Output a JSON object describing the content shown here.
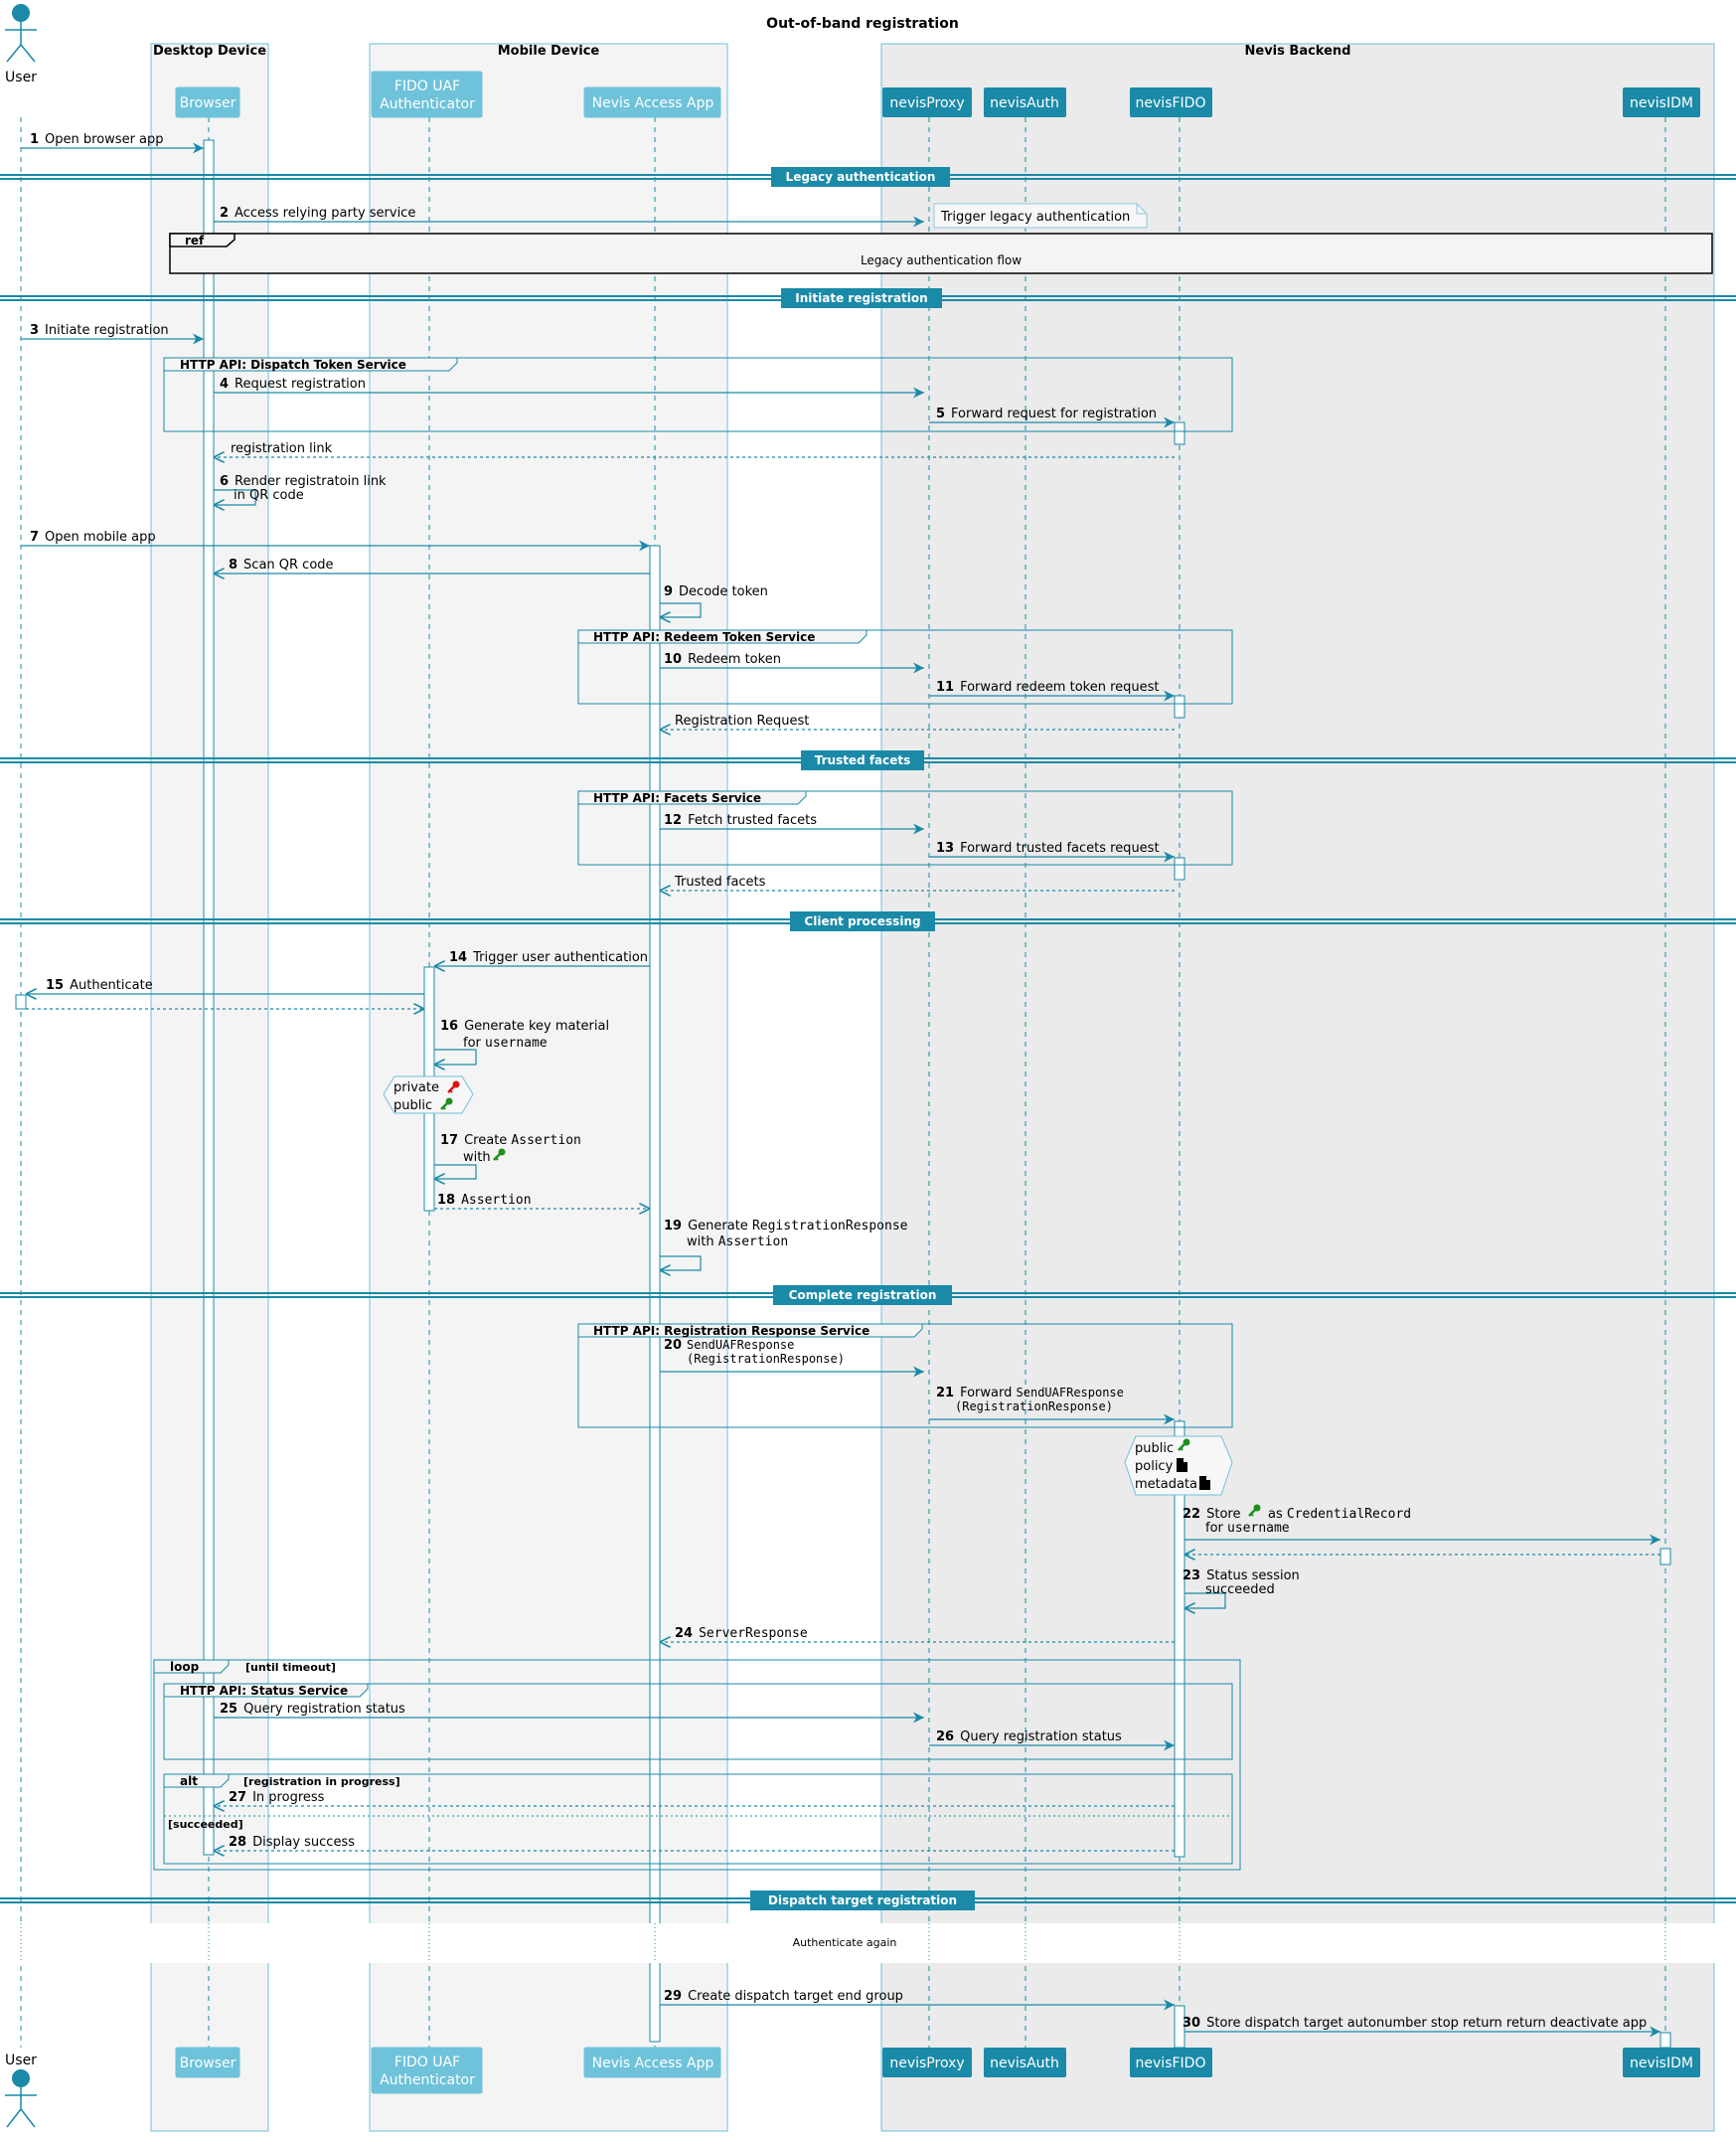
{
  "title": "Out-of-band registration",
  "colors": {
    "accent": "#1a8aa8",
    "participant_light": "#6ec2d9",
    "box_fill": "#f4f4f4",
    "box_fill_dark": "#ebebeb",
    "private_key": "#dd1111",
    "public_key": "#1e8e1e",
    "note_fill": "#f7f7f7"
  },
  "groups_boxes": [
    {
      "id": "desktop",
      "label": "Desktop Device"
    },
    {
      "id": "mobile",
      "label": "Mobile Device"
    },
    {
      "id": "backend",
      "label": "Nevis Backend"
    }
  ],
  "participants": [
    {
      "id": "user",
      "label": "User",
      "kind": "actor"
    },
    {
      "id": "browser",
      "label": "Browser",
      "kind": "light"
    },
    {
      "id": "fido",
      "label": "FIDO UAF\nAuthenticator",
      "kind": "light"
    },
    {
      "id": "app",
      "label": "Nevis Access App",
      "kind": "light"
    },
    {
      "id": "proxy",
      "label": "nevisProxy",
      "kind": "dark"
    },
    {
      "id": "auth",
      "label": "nevisAuth",
      "kind": "dark"
    },
    {
      "id": "nfido",
      "label": "nevisFIDO",
      "kind": "dark"
    },
    {
      "id": "idm",
      "label": "nevisIDM",
      "kind": "dark"
    }
  ],
  "dividers": [
    "Legacy authentication",
    "Initiate registration",
    "Trusted facets",
    "Client processing",
    "Complete registration",
    "Dispatch target registration"
  ],
  "fragments": {
    "ref_label": "ref",
    "ref_text": "Legacy authentication flow",
    "dispatch_group": "HTTP API: Dispatch Token Service",
    "redeem_group": "HTTP API: Redeem Token Service",
    "facets_group": "HTTP API: Facets Service",
    "regresp_group": "HTTP API: Registration Response Service",
    "status_group": "HTTP API: Status Service",
    "loop_label": "loop",
    "loop_condition": "[until timeout]",
    "alt_label": "alt",
    "alt_condition": "[registration in progress]",
    "else_condition": "[succeeded]",
    "delay_text": "Authenticate again"
  },
  "notes": {
    "legacy": "Trigger legacy authentication",
    "keys_private": "private",
    "keys_public": "public",
    "store_public": "public",
    "store_policy": "policy",
    "store_metadata": "metadata"
  },
  "messages": [
    {
      "n": "1",
      "text": "Open browser app"
    },
    {
      "n": "2",
      "text": "Access relying party service"
    },
    {
      "n": "3",
      "text": "Initiate registration"
    },
    {
      "n": "4",
      "text": "Request registration"
    },
    {
      "n": "5",
      "text": "Forward request for registration"
    },
    {
      "n": "",
      "text": "registration link"
    },
    {
      "n": "6",
      "text": "Render registratoin link",
      "text2": "in QR code"
    },
    {
      "n": "7",
      "text": "Open mobile app"
    },
    {
      "n": "8",
      "text": "Scan QR code"
    },
    {
      "n": "9",
      "text": "Decode token"
    },
    {
      "n": "10",
      "text": "Redeem token"
    },
    {
      "n": "11",
      "text": "Forward redeem token request"
    },
    {
      "n": "",
      "text": "Registration Request"
    },
    {
      "n": "12",
      "text": "Fetch trusted facets"
    },
    {
      "n": "13",
      "text": "Forward trusted facets request"
    },
    {
      "n": "",
      "text": "Trusted facets"
    },
    {
      "n": "14",
      "text": "Trigger user authentication"
    },
    {
      "n": "15",
      "text": "Authenticate"
    },
    {
      "n": "16",
      "text": "Generate key material",
      "text2": "for username"
    },
    {
      "n": "17",
      "text": "Create Assertion",
      "text2": "with"
    },
    {
      "n": "18",
      "text": "Assertion"
    },
    {
      "n": "19",
      "text": "Generate RegistrationResponse",
      "text2": "with Assertion"
    },
    {
      "n": "20",
      "text": "SendUAFResponse",
      "text2": "(RegistrationResponse)"
    },
    {
      "n": "21",
      "text": "Forward SendUAFResponse",
      "text2": "(RegistrationResponse)"
    },
    {
      "n": "22",
      "text": "Store",
      "text_b": "as CredentialRecord",
      "text2": "for username"
    },
    {
      "n": "23",
      "text": "Status session",
      "text2": "succeeded"
    },
    {
      "n": "24",
      "text": "ServerResponse"
    },
    {
      "n": "25",
      "text": "Query registration status"
    },
    {
      "n": "26",
      "text": "Query registration status"
    },
    {
      "n": "27",
      "text": "In progress"
    },
    {
      "n": "28",
      "text": "Display success"
    },
    {
      "n": "29",
      "text": "Create dispatch target end group"
    },
    {
      "n": "30",
      "text": "Store dispatch target autonumber stop return return deactivate app"
    }
  ]
}
